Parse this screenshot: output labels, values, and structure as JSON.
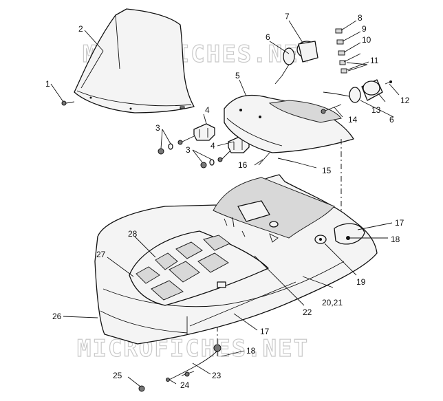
{
  "watermarks": [
    "MICROFICHES.NET",
    "MICROFICHES.NET"
  ],
  "callouts": [
    "1",
    "2",
    "3",
    "3",
    "4",
    "4",
    "5",
    "6",
    "6",
    "7",
    "8",
    "9",
    "10",
    "11",
    "12",
    "13",
    "14",
    "15",
    "16",
    "17",
    "17",
    "18",
    "18",
    "19",
    "20,21",
    "22",
    "23",
    "24",
    "25",
    "26",
    "27",
    "28"
  ]
}
